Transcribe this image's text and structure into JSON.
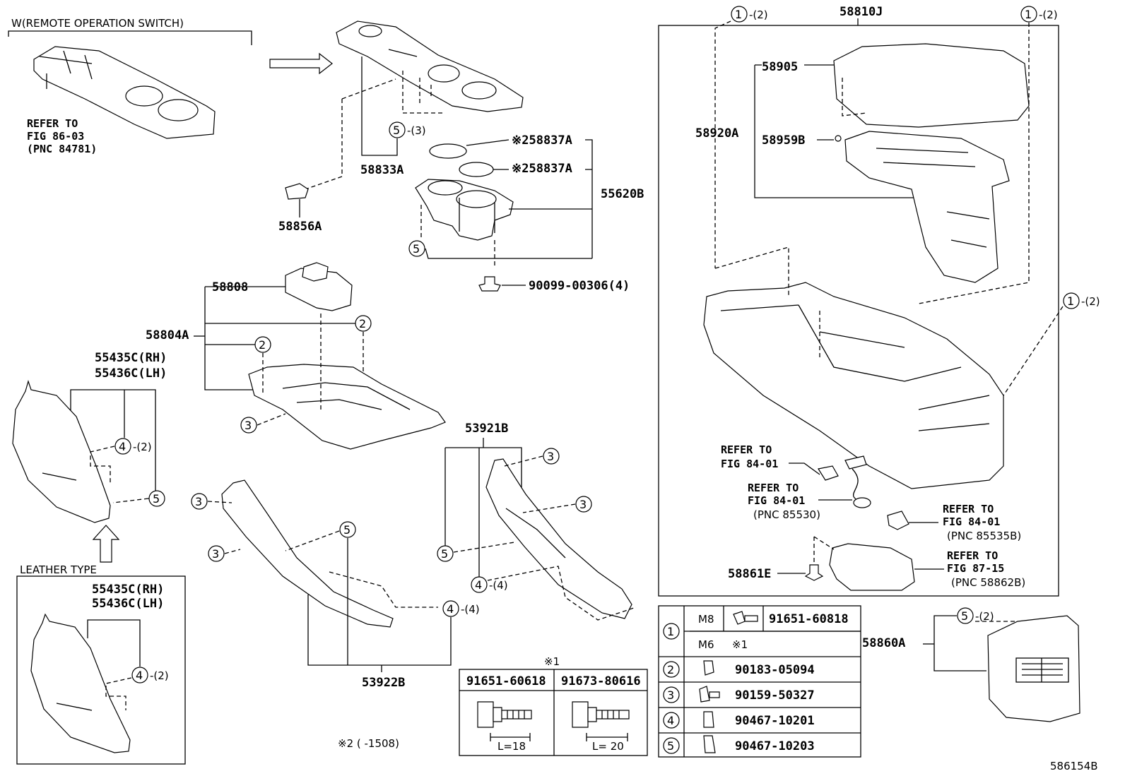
{
  "header": {
    "w_remote": "W(REMOTE OPERATION SWITCH)",
    "refer_fig_86": "REFER TO",
    "refer_fig_86_b": "FIG 86-03",
    "refer_fig_86_c": "(PNC 84781)"
  },
  "parts": {
    "p58833A": "58833A",
    "p58856A": "58856A",
    "p58837A_1": "※258837A",
    "p58837A_2": "※258837A",
    "p55620B": "55620B",
    "p90099": "90099-00306(4)",
    "p58808": "58808",
    "p58804A": "58804A",
    "p55435C": "55435C(RH)",
    "p55436C": "55436C(LH)",
    "p55435C_l": "55435C(RH)",
    "p55436C_l": "55436C(LH)",
    "p53921B": "53921B",
    "p53922B": "53922B",
    "p58810J": "58810J",
    "p58905": "58905",
    "p58920A": "58920A",
    "p58959B": "58959B",
    "p58861E": "58861E",
    "p58860A": "58860A",
    "leather": "LEATHER TYPE",
    "refer_84_a1": "REFER TO",
    "refer_84_a2": "FIG 84-01",
    "refer_84_b1": "REFER TO",
    "refer_84_b2": "FIG 84-01",
    "refer_84_b3": "(PNC 85530)",
    "refer_84_c1": "REFER TO",
    "refer_84_c2": "FIG 84-01",
    "refer_84_c3": "(PNC 85535B)",
    "refer_87_1": "REFER TO",
    "refer_87_2": "FIG 87-15",
    "refer_87_3": "(PNC 58862B)"
  },
  "callouts": {
    "c5_3": "-(3)",
    "c1_2a": "-(2)",
    "c1_2b": "-(2)",
    "c1_2c": "-(2)",
    "c4_2a": "-(2)",
    "c4_2b": "-(2)",
    "c4_4a": "-(4)",
    "c4_4b": "-(4)",
    "c5_2": "-(2)"
  },
  "fastener_table": {
    "rows": [
      {
        "num": "1",
        "size": "M8",
        "part": "91651-60818"
      },
      {
        "num": "",
        "size": "M6",
        "part": "※1"
      },
      {
        "num": "2",
        "size": "",
        "part": "90183-05094"
      },
      {
        "num": "3",
        "size": "",
        "part": "90159-50327"
      },
      {
        "num": "4",
        "size": "",
        "part": "90467-10201"
      },
      {
        "num": "5",
        "size": "",
        "part": "90467-10203"
      }
    ]
  },
  "bolt_table": {
    "title": "※1",
    "col1": "91651-60618",
    "col2": "91673-80616",
    "len1": "L=18",
    "len2": "L= 20"
  },
  "footnote": "※2 (      -1508)",
  "figure_id": "586154B"
}
